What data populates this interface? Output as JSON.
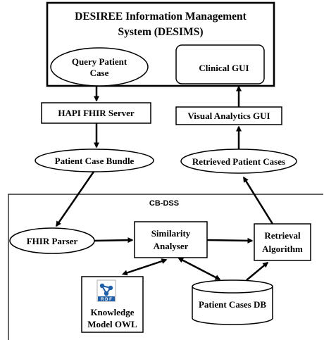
{
  "desims": {
    "title_line1": "DESIREE Information Management",
    "title_line2": "System (DESIMS)",
    "query_line1": "Query Patient",
    "query_line2": "Case",
    "clinical_gui": "Clinical GUI"
  },
  "hapi_fhir_server": "HAPI FHIR Server",
  "visual_analytics_gui": "Visual Analytics GUI",
  "patient_case_bundle": "Patient Case Bundle",
  "retrieved_patient_cases": "Retrieved Patient Cases",
  "cbdss": {
    "title": "CB-DSS",
    "fhir_parser": "FHIR Parser",
    "similarity_line1": "Similarity",
    "similarity_line2": "Analyser",
    "retrieval_line1": "Retrieval",
    "retrieval_line2": "Algorithm",
    "rdf_logo_text": "R D F",
    "knowledge_line1": "Knowledge",
    "knowledge_line2": "Model OWL",
    "patient_cases_db": "Patient Cases DB"
  }
}
